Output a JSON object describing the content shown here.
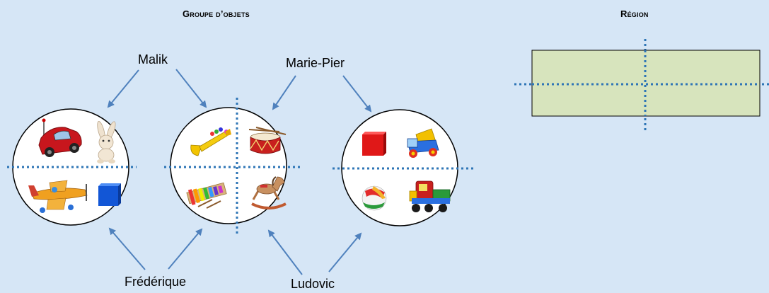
{
  "headings": {
    "left": "Groupe d’objets",
    "right": "Région"
  },
  "names": {
    "malik": "Malik",
    "marie_pier": "Marie-Pier",
    "frederique": "Frédérique",
    "ludovic": "Ludovic"
  },
  "colors": {
    "background": "#d6e6f6",
    "arrow": "#4f81bd",
    "divider": "#2e75b6",
    "region_fill": "#d7e4bd"
  },
  "groups": [
    {
      "toys": [
        "toy-car",
        "toy-rabbit",
        "toy-airplane",
        "toy-cube-blue"
      ]
    },
    {
      "toys": [
        "toy-trumpet",
        "toy-drum",
        "toy-xylophone",
        "toy-rocking-horse"
      ]
    },
    {
      "toys": [
        "toy-cube-red",
        "toy-truck",
        "toy-ball",
        "toy-train"
      ]
    }
  ]
}
